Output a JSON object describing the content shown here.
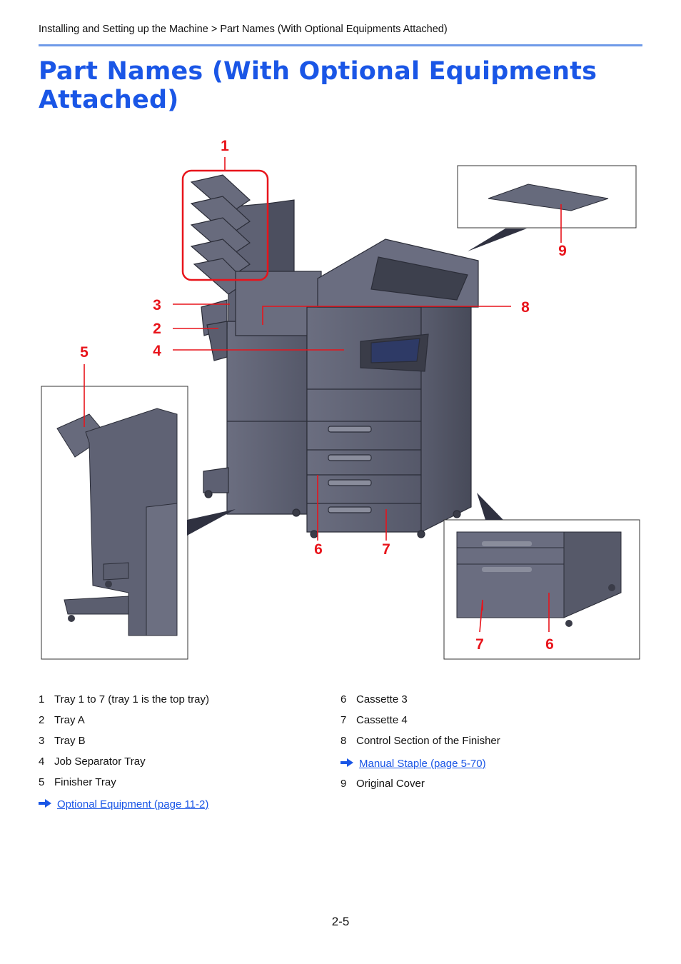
{
  "header": {
    "breadcrumb": "Installing and Setting up the Machine > Part Names (With Optional Equipments Attached)"
  },
  "title_line1": "Part Names (With Optional Equipments",
  "title_line2": "Attached)",
  "figure": {
    "callouts": [
      "1",
      "2",
      "3",
      "4",
      "5",
      "6",
      "7",
      "8",
      "9"
    ],
    "callout_color": "#e8141b"
  },
  "left_list": {
    "items": [
      {
        "num": "1",
        "label": "Tray 1 to 7 (tray 1 is the top tray)"
      },
      {
        "num": "2",
        "label": "Tray A"
      },
      {
        "num": "3",
        "label": "Tray B"
      },
      {
        "num": "4",
        "label": "Job Separator Tray"
      },
      {
        "num": "5",
        "label": "Finisher Tray"
      }
    ],
    "link": {
      "icon": "arrow-right-icon",
      "label": "Optional Equipment (page 11-2)"
    }
  },
  "right_list": {
    "items": [
      {
        "num": "6",
        "label": "Cassette 3"
      },
      {
        "num": "7",
        "label": "Cassette 4"
      },
      {
        "num": "8",
        "label": "Control Section of the Finisher"
      },
      {
        "num": "9",
        "label": "Original Cover"
      }
    ],
    "link": {
      "icon": "arrow-right-icon",
      "label": "Manual Staple (page 5-70)"
    }
  },
  "page_number": "2-5",
  "colors": {
    "title": "#1a56e6",
    "rule": "#6f9ae8",
    "link": "#1a56e6"
  }
}
